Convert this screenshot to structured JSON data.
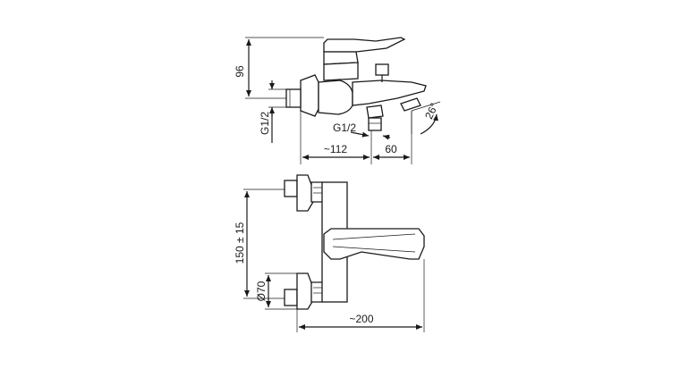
{
  "dimensions": {
    "height_96": "96",
    "thread_inlet": "G1/2",
    "thread_outlet": "G1/2",
    "length_112": "~112",
    "length_60": "60",
    "angle": "26°",
    "spacing": "150 ± 15",
    "diameter": "Ø70",
    "length_200": "~200"
  }
}
